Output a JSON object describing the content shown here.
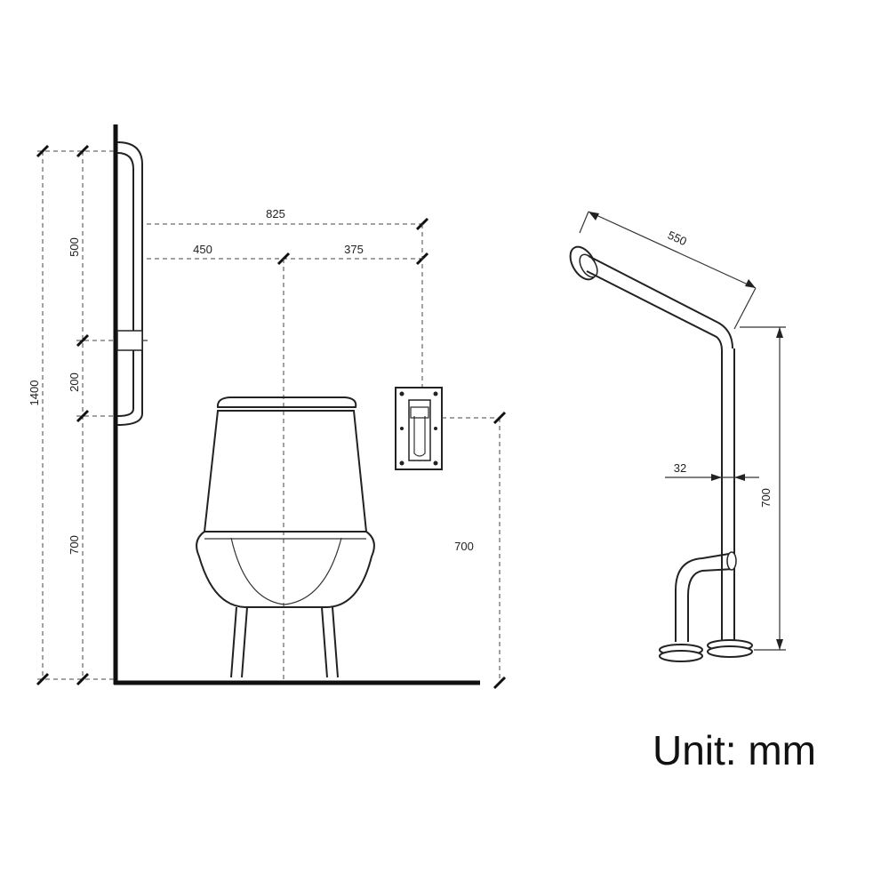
{
  "diagram": {
    "dims": {
      "d825": "825",
      "d450": "450",
      "d375": "375",
      "d500": "500",
      "d200": "200",
      "d1400": "1400",
      "d700_left": "700",
      "d700_mid": "700",
      "d550": "550",
      "d32": "32",
      "d700_right": "700"
    },
    "unit": "Unit: mm"
  }
}
